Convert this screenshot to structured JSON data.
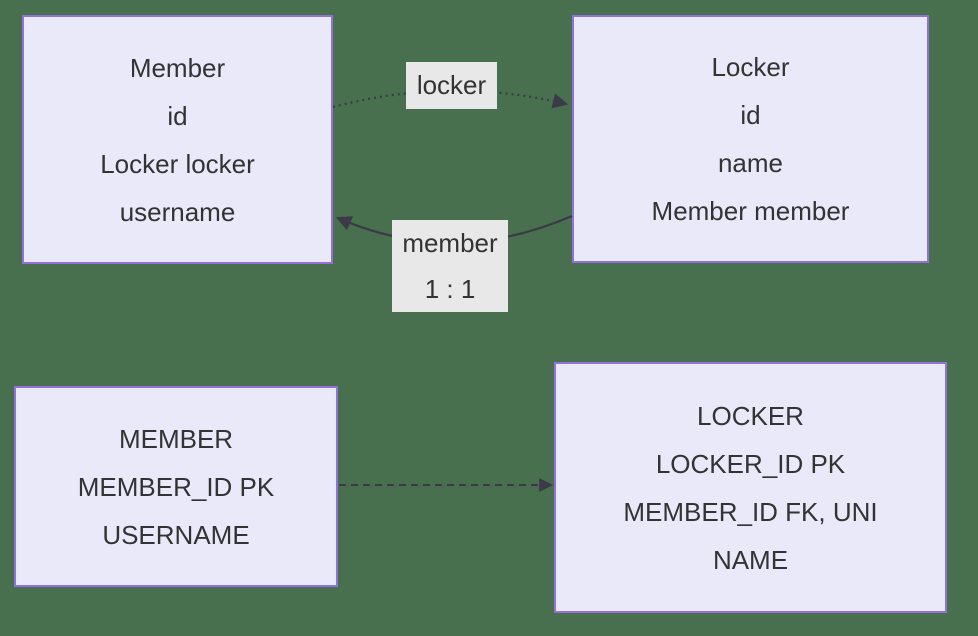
{
  "diagram": {
    "classes": {
      "member": {
        "title": "Member",
        "attributes": [
          "id",
          "Locker locker",
          "username"
        ]
      },
      "locker": {
        "title": "Locker",
        "attributes": [
          "id",
          "name",
          "Member member"
        ]
      }
    },
    "relations": {
      "locker_edge": {
        "label": "locker",
        "style": "dotted",
        "from": "Member",
        "to": "Locker"
      },
      "member_edge": {
        "label": "member",
        "cardinality": "1 : 1",
        "style": "solid",
        "from": "Locker",
        "to": "Member"
      }
    },
    "tables": {
      "member": {
        "title": "MEMBER",
        "columns": [
          "MEMBER_ID PK",
          "USERNAME"
        ]
      },
      "locker": {
        "title": "LOCKER",
        "columns": [
          "LOCKER_ID PK",
          "MEMBER_ID FK, UNI",
          "NAME"
        ]
      },
      "edge": {
        "style": "dashed",
        "from": "MEMBER",
        "to": "LOCKER"
      }
    },
    "colors": {
      "background": "#48704F",
      "node_fill": "#E9E9FA",
      "node_border": "#9370DB",
      "edge_label_bg": "#E8E8E8",
      "text": "#333333",
      "edge_stroke": "#3C3A48"
    }
  }
}
